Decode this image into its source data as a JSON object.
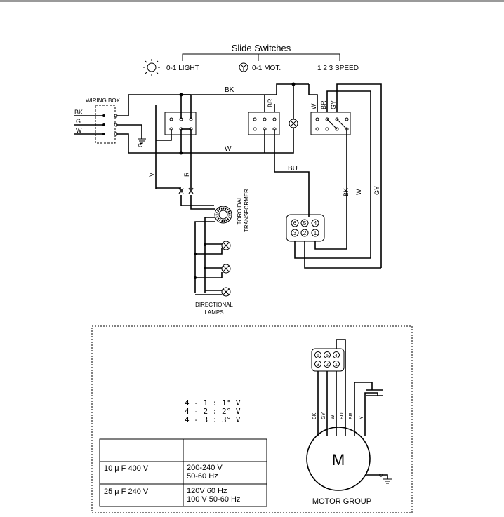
{
  "header": {
    "title": "Slide Switches",
    "light": "0-1 LIGHT",
    "motor": "0-1 MOT.",
    "speed": "1  2  3 SPEED"
  },
  "wiring": {
    "box": "WIRING  BOX",
    "bk": "BK",
    "g": "G",
    "w": "W",
    "g2": "G",
    "bk_top": "BK",
    "w_mid": "W",
    "br1": "BR",
    "v": "V",
    "r": "R",
    "bu": "BU",
    "sw3_w": "W",
    "sw3_br": "BR",
    "sw3_gy": "GY",
    "bk_r": "BK",
    "w_r": "W",
    "gy_r": "GY"
  },
  "transformer": {
    "line1": "TOROIDAL",
    "line2": "TRANSFORMER"
  },
  "lamps": {
    "line1": "DIRECTIONAL",
    "line2": "LAMPS"
  },
  "connector": {
    "top": [
      "6",
      "5",
      "4"
    ],
    "bottom": [
      "3",
      "2",
      "1"
    ]
  },
  "table": {
    "formulas": [
      "4 - 1 :  1° V",
      "4 - 2 :  2° V",
      "4 - 3 :  3° V"
    ],
    "rows": [
      {
        "cap": "10 μ F 400 V",
        "spec1": "200-240 V",
        "spec2": "50-60 Hz"
      },
      {
        "cap": "25 μ F 240 V",
        "spec1": "120V 60 Hz",
        "spec2": "100 V 50-60 Hz"
      }
    ]
  },
  "motor_group": {
    "title": "MOTOR GROUP",
    "m": "M",
    "wires": [
      "BK",
      "GY",
      "W",
      "BU",
      "BR",
      "Y"
    ],
    "g": "G"
  }
}
